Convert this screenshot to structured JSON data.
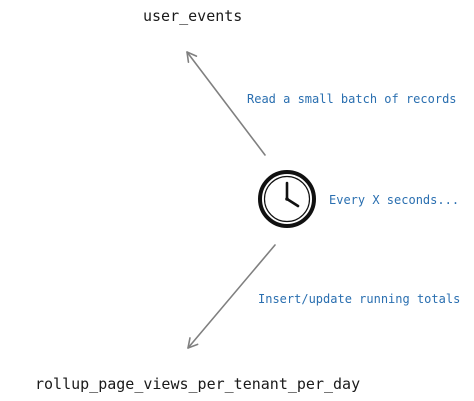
{
  "nodes": {
    "source_table": "user_events",
    "target_table": "rollup_page_views_per_tenant_per_day"
  },
  "edges": {
    "read": "Read a small batch of records",
    "schedule": "Every X seconds...",
    "write": "Insert/update running totals"
  },
  "icons": {
    "scheduler": "clock-icon"
  },
  "colors": {
    "node_text": "#1a1a1a",
    "edge_text": "#2a6fb0",
    "arrow": "#808080",
    "clock": "#111111"
  }
}
